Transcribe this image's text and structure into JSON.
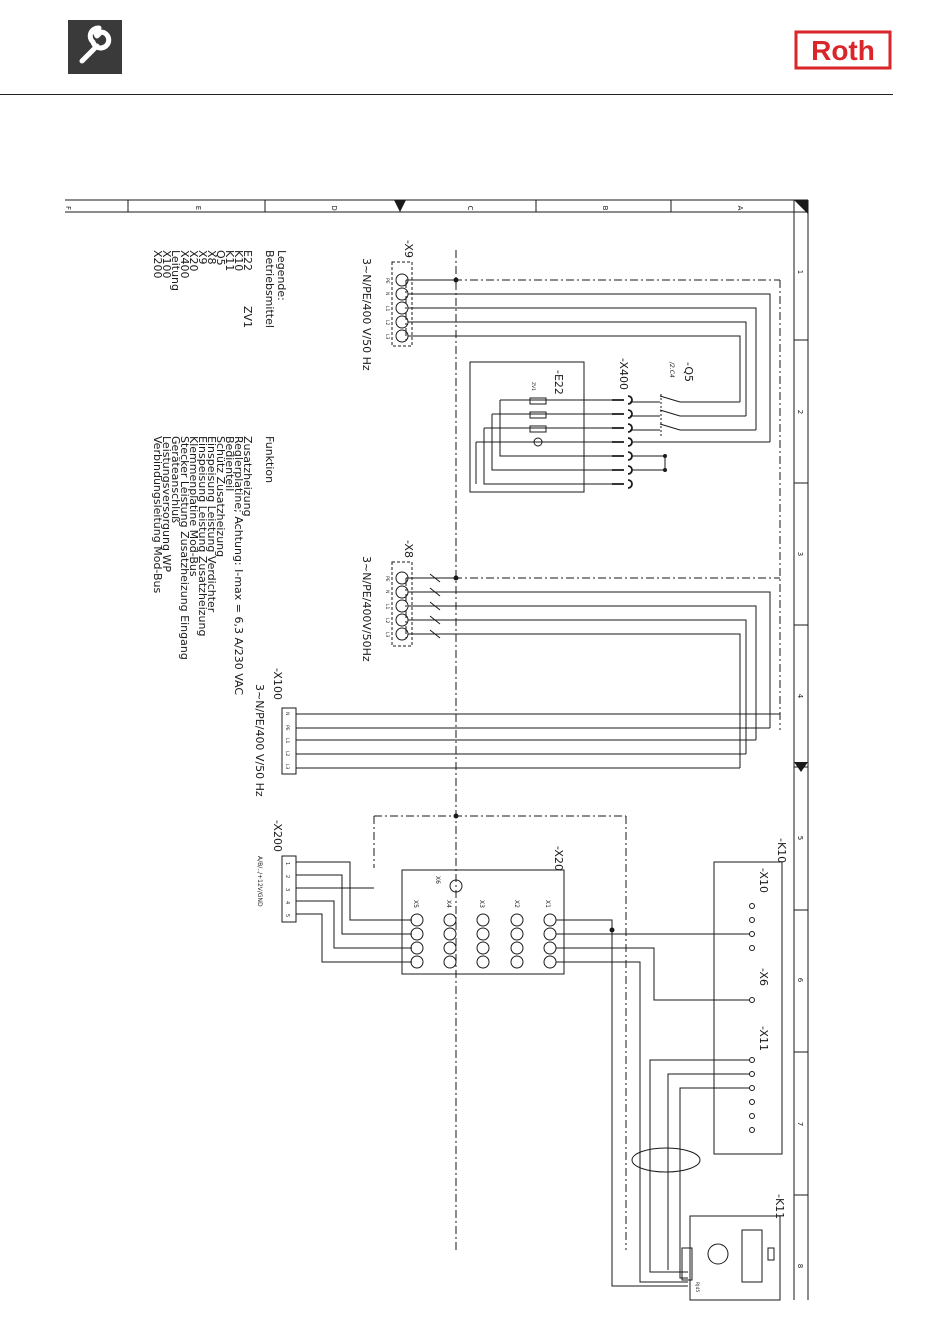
{
  "header": {
    "brand_text": "Roth",
    "brand_color": "#d9262a",
    "tool_icon": "wrench-icon",
    "tool_icon_bg": "#3a3a3a"
  },
  "diagram": {
    "column_labels": [
      "F",
      "E",
      "D",
      "C",
      "B",
      "A"
    ],
    "row_labels": [
      "1",
      "2",
      "3",
      "4",
      "5",
      "6",
      "7",
      "8"
    ],
    "terminals": {
      "x9": {
        "name": "-X9",
        "spec": "3~N/PE/400 V/50 Hz",
        "pins": [
          "PE",
          "N",
          "L1",
          "L2",
          "L3"
        ]
      },
      "x8": {
        "name": "-X8",
        "spec": "3~N/PE/400V/50Hz",
        "pins": [
          "PE",
          "N",
          "L1",
          "L2",
          "L3"
        ]
      },
      "x100": {
        "name": "-X100",
        "spec": "3~N/PE/400 V/50 Hz",
        "pins": [
          "N",
          "PE",
          "L1",
          "L2",
          "L3"
        ]
      },
      "x200": {
        "name": "-X200",
        "spec": "A/B/../+12V/GND",
        "pins": [
          "1",
          "2",
          "3",
          "4",
          "5"
        ]
      },
      "x400": {
        "name": "-X400"
      }
    },
    "devices": {
      "q5": {
        "name": "-Q5",
        "spec": "/2.C4"
      },
      "e22": {
        "name": "-E22",
        "sub": "ZV1"
      },
      "x20": {
        "name": "-X20",
        "groups": [
          "X1",
          "X2",
          "X3",
          "X4",
          "X5"
        ],
        "x6": "X6"
      },
      "k10": {
        "name": "-K10",
        "x10": "-X10",
        "x6": "-X6",
        "x11": "-X11"
      },
      "k11": {
        "name": "-K11",
        "port": "RJ45"
      }
    },
    "legend": {
      "title": "Legende:",
      "col1_header": "Betriebsmittel",
      "col2_header": "Funktion",
      "zv1": "ZV1",
      "items": [
        {
          "id": "E22",
          "fn": "Zusatzheizung"
        },
        {
          "id": "K10",
          "fn": "Reglerplatine; Achtung: I-max = 6,3 A/230 VAC"
        },
        {
          "id": "K11",
          "fn": "Bedienteil"
        },
        {
          "id": "Q5",
          "fn": "Schütz Zusatzheizung"
        },
        {
          "id": "X8",
          "fn": "Einspeisung Leistung Verdichter"
        },
        {
          "id": "X9",
          "fn": "Einspeisung Leistung Zusatzheizung"
        },
        {
          "id": "X20",
          "fn": "Klemmenplatine Mod-Bus"
        },
        {
          "id": "X400",
          "fn": "Stecker Leistung Zusatzheizung Eingang"
        },
        {
          "id": "Leitung",
          "fn": "Geräteanschluß"
        },
        {
          "id": "X100",
          "fn": "Leistungsversorgung WP"
        },
        {
          "id": "X200",
          "fn": "Verbindungsleitung Mod-Bus"
        }
      ]
    }
  }
}
